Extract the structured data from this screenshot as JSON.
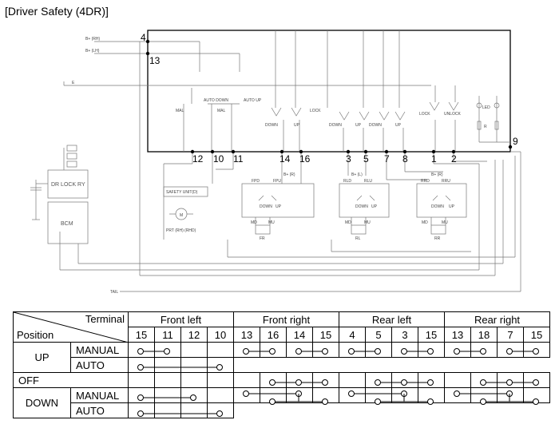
{
  "title": "[Driver Safety (4DR)]",
  "diagram": {
    "pins": {
      "p4": "4",
      "p13": "13",
      "p9": "9",
      "p12": "12",
      "p10": "10",
      "p11": "11",
      "p14": "14",
      "p16": "16",
      "p3": "3",
      "p5": "5",
      "p7": "7",
      "p8": "8",
      "p1": "1",
      "p2": "2"
    },
    "labels": {
      "bplus_rh": "B+ (RH)",
      "bplus_lh": "B+ (LH)",
      "e": "E",
      "man1": "MAL",
      "auto_down": "AUTO DOWN",
      "man2": "MAL",
      "auto_up": "AUTO UP",
      "down1": "DOWN",
      "up1": "UP",
      "lock": "LOCK",
      "down2": "DOWN",
      "up2": "UP",
      "down3": "DOWN",
      "up3": "UP",
      "lock2": "LOCK",
      "unlock": "UNLOCK",
      "led": "LED",
      "r": "R",
      "bplus_rh2": "B+ (R)",
      "fpd": "FPD",
      "fpu": "FPU",
      "down_fr": "DOWN",
      "up_fr": "UP",
      "md_fr": "MD",
      "mu_fr": "MU",
      "fr": "FR",
      "bplus_lh2": "B+ (L)",
      "rld": "RLD",
      "rlu": "RLU",
      "down_rl": "DOWN",
      "up_rl": "UP",
      "md_rl": "MD",
      "mu_rl": "MU",
      "rl": "RL",
      "bplus_r3": "B+ (R)",
      "rrd": "RRD",
      "rru": "RRU",
      "down_rr": "DOWN",
      "up_rr": "UP",
      "md_rr": "MD",
      "mu_rr": "MU",
      "rr": "RR",
      "safety_unit": "SAFETY UNIT(D)",
      "m": "M",
      "pwr": "PRT (RH) (RHD)",
      "dr_lock_ry": "DR LOCK RY",
      "bcm": "BCM",
      "tail": "TAIL"
    }
  },
  "table": {
    "header_terminal": "Terminal",
    "header_position": "Position",
    "groups": [
      "Front left",
      "Front right",
      "Rear left",
      "Rear right"
    ],
    "terminals": [
      "15",
      "11",
      "12",
      "10",
      "13",
      "16",
      "14",
      "15",
      "4",
      "5",
      "3",
      "15",
      "13",
      "18",
      "7",
      "15"
    ],
    "rows": [
      {
        "position": "UP",
        "mode": "MANUAL"
      },
      {
        "position": "",
        "mode": "AUTO"
      },
      {
        "position": "OFF",
        "mode": ""
      },
      {
        "position": "DOWN",
        "mode": "MANUAL"
      },
      {
        "position": "",
        "mode": "AUTO"
      }
    ]
  }
}
